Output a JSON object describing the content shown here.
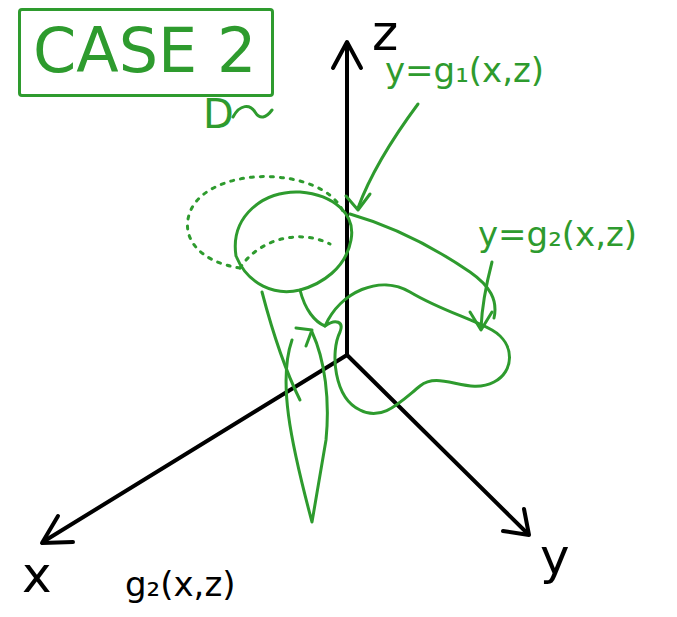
{
  "diagram": {
    "nodes": [
      {
        "text": [
          "CASE 2"
        ]
      }
    ],
    "labels": [
      "z",
      "y=g₁(x,z)",
      "D",
      "y=g₂(x,z)",
      "x",
      "y",
      "g₂(x,z)"
    ]
  }
}
